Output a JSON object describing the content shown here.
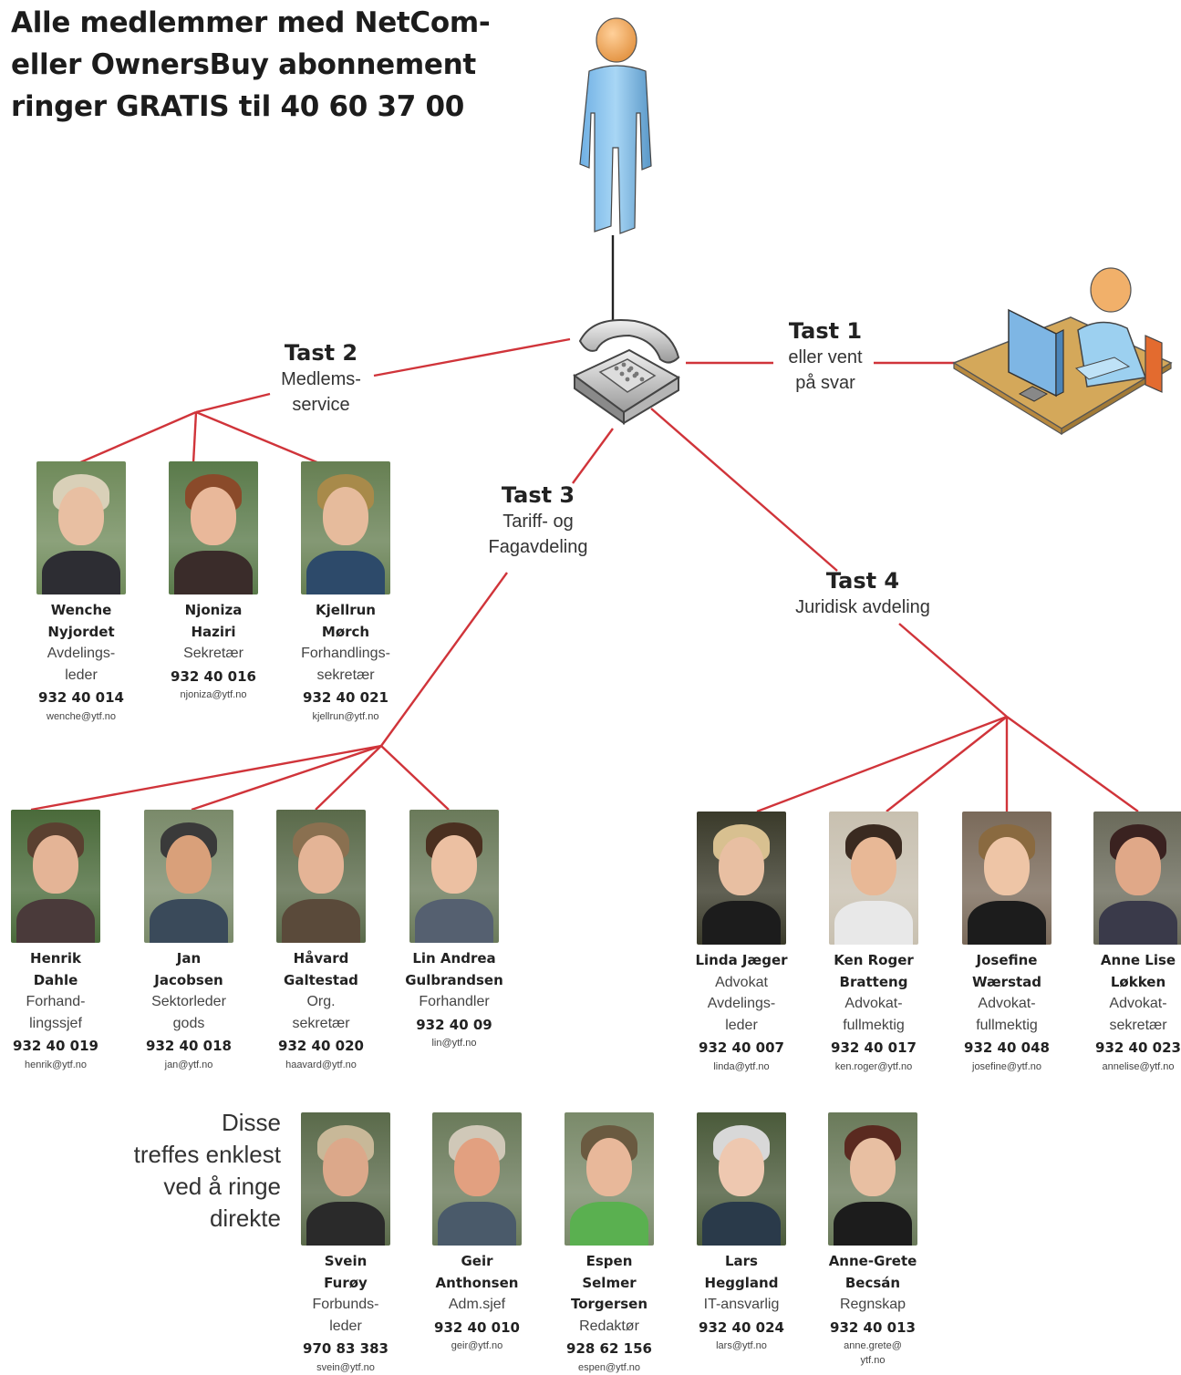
{
  "headline": [
    "Alle medlemmer med NetCom-",
    "eller OwnersBuy abonnement",
    "ringer GRATIS til 40 60 37 00"
  ],
  "tast": [
    {
      "key": "t1",
      "title": "Tast 1",
      "sub": [
        "eller vent",
        "på svar"
      ]
    },
    {
      "key": "t2",
      "title": "Tast 2",
      "sub": [
        "Medlems-",
        "service"
      ]
    },
    {
      "key": "t3",
      "title": "Tast 3",
      "sub": [
        "Tariff- og",
        "Fagavdeling"
      ]
    },
    {
      "key": "t4",
      "title": "Tast 4",
      "sub": [
        "Juridisk avdeling"
      ]
    }
  ],
  "people": [
    {
      "id": "wenche",
      "name": [
        "Wenche",
        "Nyjordet"
      ],
      "role": [
        "Avdelings-",
        "leder"
      ],
      "phone": "932 40 014",
      "email": [
        "wenche@ytf.no"
      ]
    },
    {
      "id": "njoniza",
      "name": [
        "Njoniza",
        "Haziri"
      ],
      "role": [
        "Sekretær",
        ""
      ],
      "phone": "932 40 016",
      "email": [
        "njoniza@ytf.no"
      ]
    },
    {
      "id": "kjellrun",
      "name": [
        "Kjellrun",
        "Mørch"
      ],
      "role": [
        "Forhandlings-",
        "sekretær"
      ],
      "phone": "932 40 021",
      "email": [
        "kjellrun@ytf.no"
      ]
    },
    {
      "id": "henrik",
      "name": [
        "Henrik",
        "Dahle"
      ],
      "role": [
        "Forhand-",
        "lingssjef"
      ],
      "phone": "932 40 019",
      "email": [
        "henrik@ytf.no"
      ]
    },
    {
      "id": "jan",
      "name": [
        "Jan",
        "Jacobsen"
      ],
      "role": [
        "Sektorleder",
        "gods"
      ],
      "phone": "932 40 018",
      "email": [
        "jan@ytf.no"
      ]
    },
    {
      "id": "havard",
      "name": [
        "Håvard",
        "Galtestad"
      ],
      "role": [
        "Org.",
        "sekretær"
      ],
      "phone": "932 40 020",
      "email": [
        "haavard@ytf.no"
      ]
    },
    {
      "id": "lin",
      "name": [
        "Lin Andrea",
        "Gulbrandsen"
      ],
      "role": [
        "Forhandler",
        ""
      ],
      "phone": "932 40 09",
      "email": [
        "lin@ytf.no"
      ]
    },
    {
      "id": "linda",
      "name": [
        "Linda Jæger",
        ""
      ],
      "role": [
        "Advokat",
        "Avdelings-",
        "leder"
      ],
      "phone": "932 40 007",
      "email": [
        "linda@ytf.no"
      ]
    },
    {
      "id": "ken",
      "name": [
        "Ken Roger",
        "Bratteng"
      ],
      "role": [
        "Advokat-",
        "fullmektig"
      ],
      "phone": "932 40 017",
      "email": [
        "ken.roger@ytf.no"
      ]
    },
    {
      "id": "josefine",
      "name": [
        "Josefine",
        "Wærstad"
      ],
      "role": [
        "Advokat-",
        "fullmektig"
      ],
      "phone": "932 40 048",
      "email": [
        "josefine@ytf.no"
      ]
    },
    {
      "id": "annelise",
      "name": [
        "Anne Lise",
        "Løkken"
      ],
      "role": [
        "Advokat-",
        "sekretær"
      ],
      "phone": "932 40 023",
      "email": [
        "annelise@ytf.no"
      ]
    },
    {
      "id": "svein",
      "name": [
        "Svein",
        "Furøy"
      ],
      "role": [
        "Forbunds-",
        "leder"
      ],
      "phone": "970 83 383",
      "email": [
        "svein@ytf.no"
      ]
    },
    {
      "id": "geir",
      "name": [
        "Geir",
        "Anthonsen"
      ],
      "role": [
        "Adm.sjef",
        ""
      ],
      "phone": "932 40 010",
      "email": [
        "geir@ytf.no"
      ]
    },
    {
      "id": "espen",
      "name": [
        "Espen",
        "Selmer",
        "Torgersen"
      ],
      "role": [
        "Redaktør"
      ],
      "phone": "928 62 156",
      "email": [
        "espen@ytf.no"
      ]
    },
    {
      "id": "lars",
      "name": [
        "Lars",
        "Heggland"
      ],
      "role": [
        "IT-ansvarlig",
        ""
      ],
      "phone": "932 40 024",
      "email": [
        "lars@ytf.no"
      ]
    },
    {
      "id": "annegrete",
      "name": [
        "Anne-Grete",
        "Becsán"
      ],
      "role": [
        "Regnskap",
        ""
      ],
      "phone": "932 40 013",
      "email": [
        "anne.grete@",
        "ytf.no"
      ]
    }
  ],
  "direct_note": [
    "Disse",
    "treffes enklest",
    "ved å ringe",
    "direkte"
  ],
  "colors": {
    "line": "#d0343a",
    "figure": "#8ec7ef",
    "figure_dark": "#5a98c8",
    "skin": "#f1b06a",
    "desk": "#d4a85a"
  },
  "icons": {
    "caller": "person-icon",
    "phone": "telephone-icon",
    "operator": "desk-operator-icon"
  }
}
